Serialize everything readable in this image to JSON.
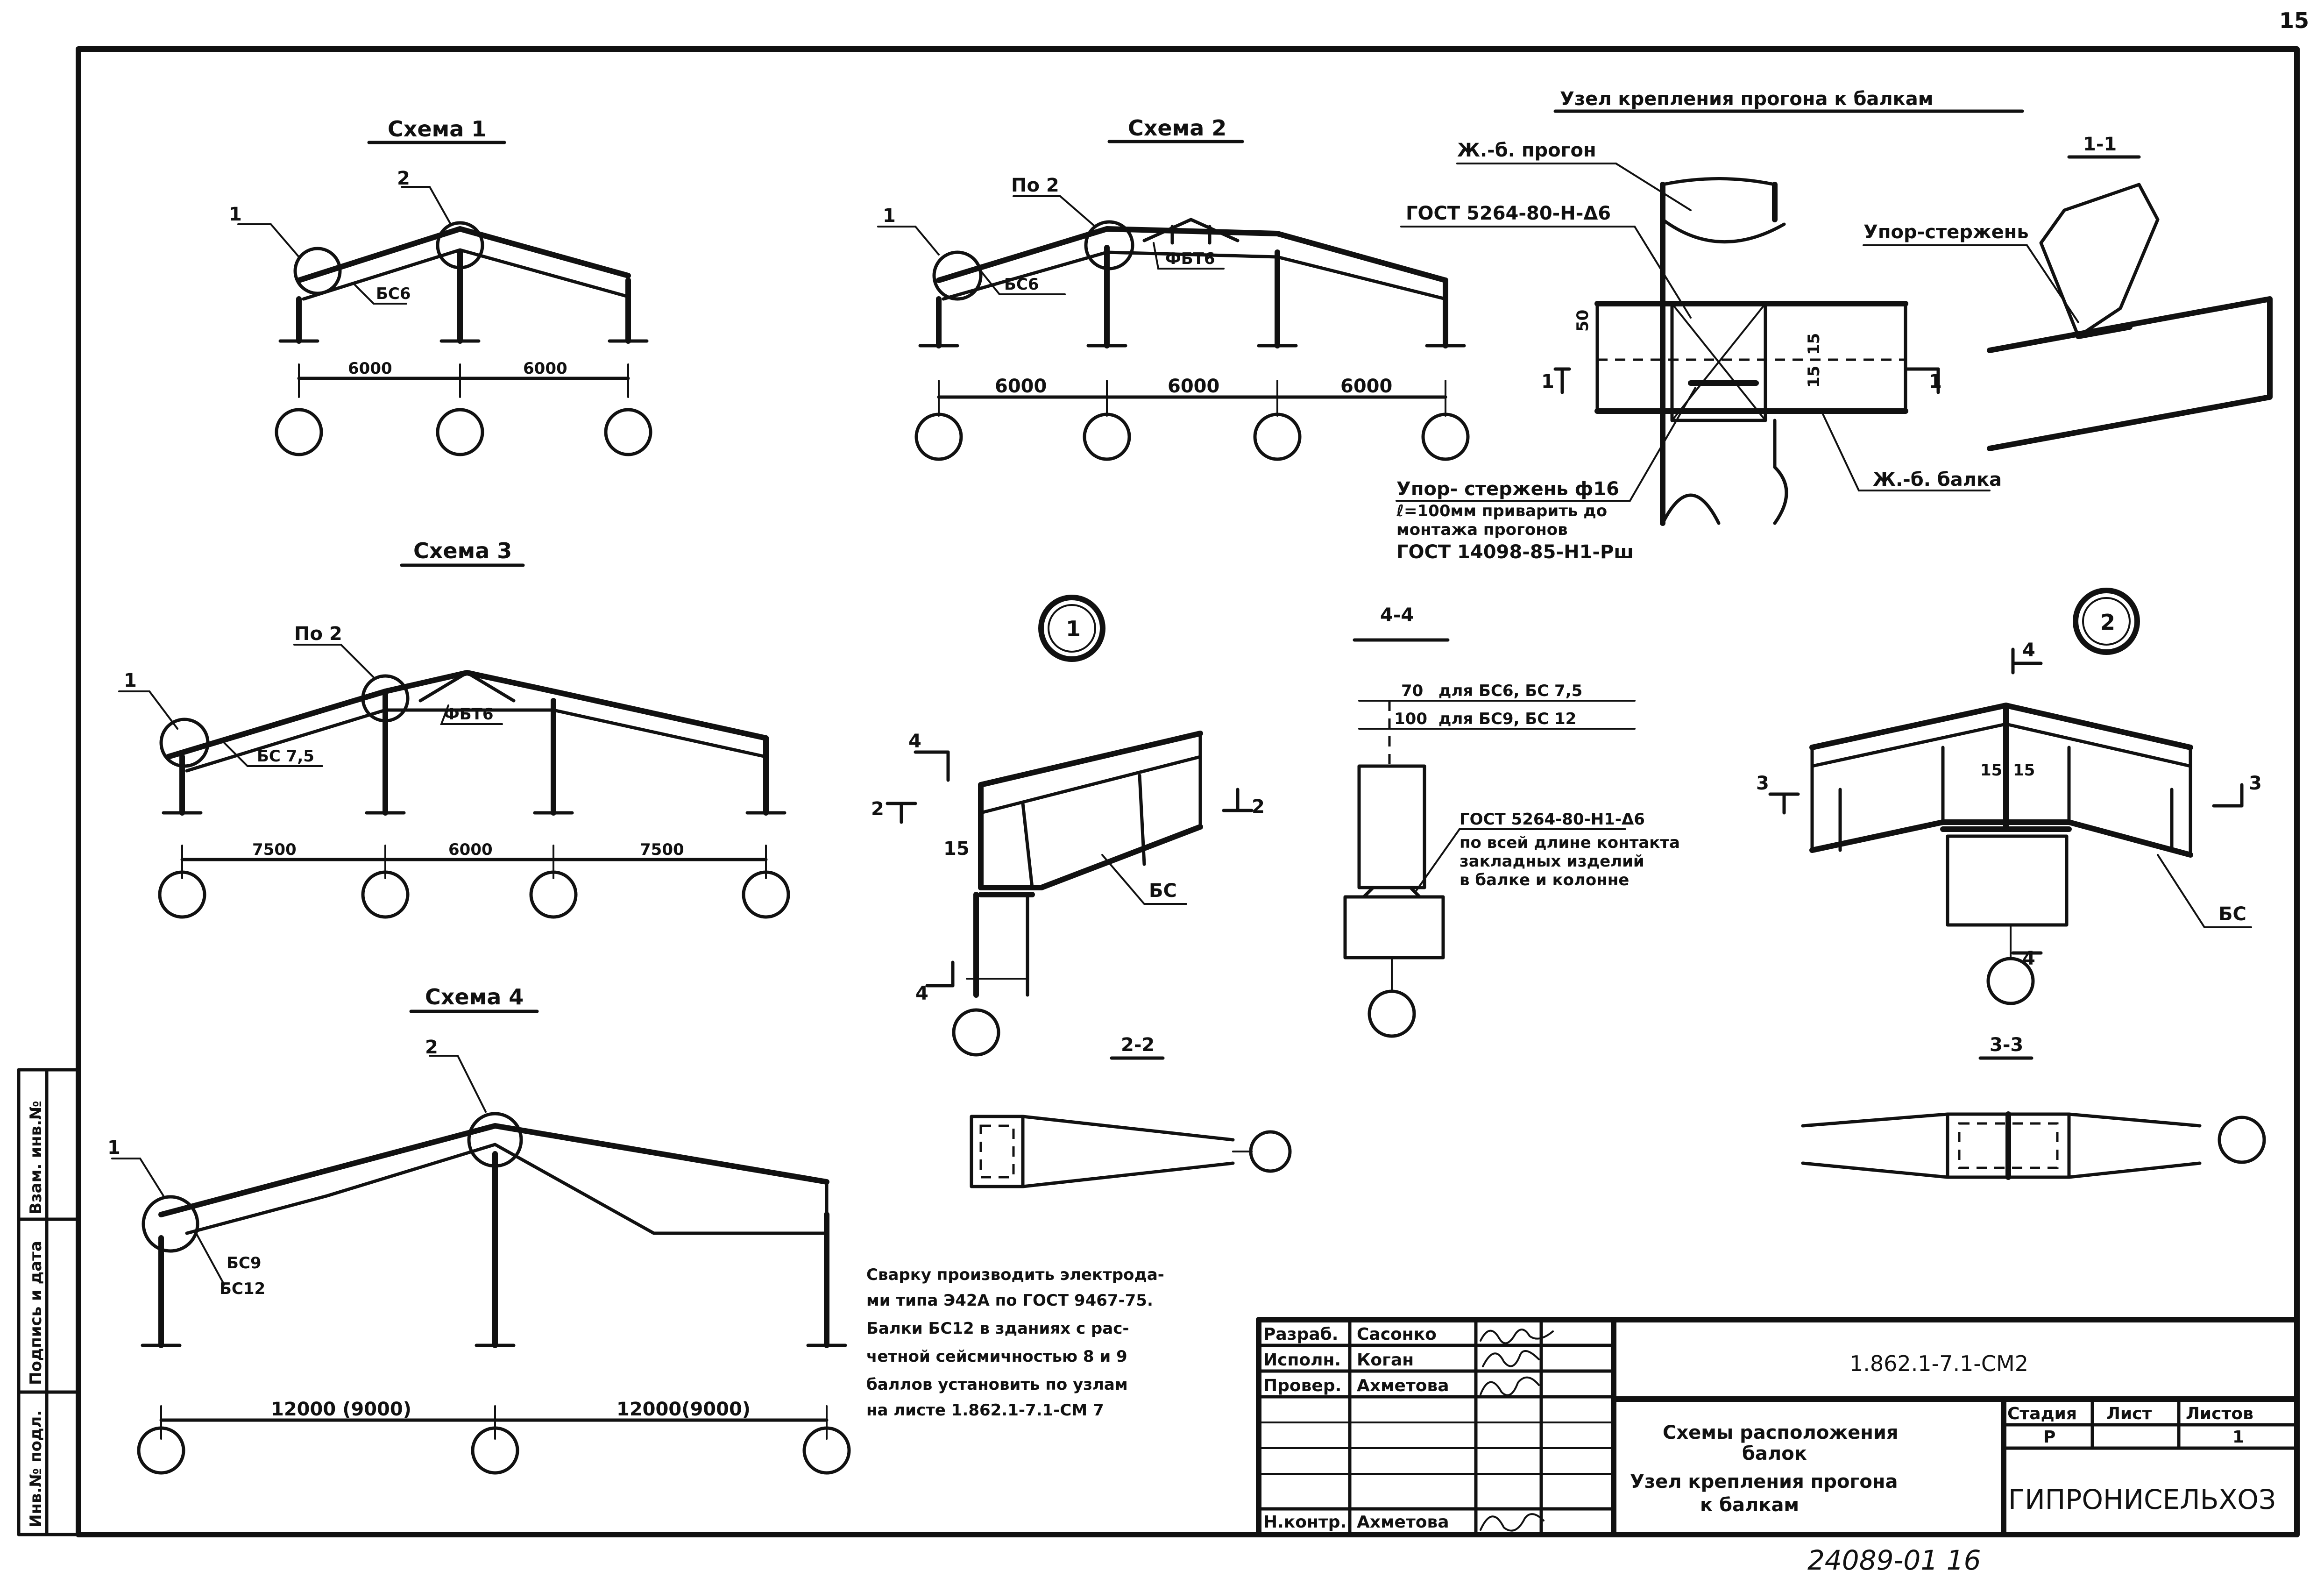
{
  "sheet_number_corner": "15",
  "bottom_number": "24089-01 16",
  "side_strip": {
    "inv": "Взам. инв.№",
    "sign": "Подпись и дата",
    "orig": "Инв.№ подл."
  },
  "schemes": {
    "s1": {
      "title": "Схема 1",
      "n1": "1",
      "n2": "2",
      "beam": "БС6",
      "dims": [
        "6000",
        "6000"
      ]
    },
    "s2": {
      "title": "Схема 2",
      "n1": "1",
      "node_ref": "По 2",
      "beam": "БС6",
      "truss": "ФБТ6",
      "dims": [
        "6000",
        "6000",
        "6000"
      ]
    },
    "s3": {
      "title": "Схема 3",
      "n1": "1",
      "node_ref": "По 2",
      "beam": "БС 7,5",
      "truss": "ФБТ6",
      "dims": [
        "7500",
        "6000",
        "7500"
      ]
    },
    "s4": {
      "title": "Схема 4",
      "n1": "1",
      "n2": "2",
      "beam1": "БС9",
      "beam2": "БС12",
      "dims": [
        "12000 (9000)",
        "12000(9000)"
      ]
    }
  },
  "purlin_node": {
    "title": "Узел крепления прогона к балкам",
    "purlin": "Ж.-б. прогон",
    "weld": "ГОСТ 5264-80-Н-Δ6",
    "dim50": "50",
    "dim15a": "15",
    "dim15b": "15",
    "cut1": "1",
    "beam": "Ж.-б. балка",
    "stop_note": [
      "Упор- стержень ф16",
      "ℓ=100мм приварить до",
      "монтажа прогонов",
      "ГОСТ 14098-85-Н1-Рш"
    ],
    "sec11": "1-1",
    "sec11_stop": "Упор-стержень"
  },
  "node1": {
    "badge": "1",
    "cut4": "4",
    "cut2": "2",
    "dim15": "15",
    "beam": "БС",
    "sec22": "2-2"
  },
  "sec44": {
    "title": "4-4",
    "r1_val": "70",
    "r1_txt": "для БС6, БС 7,5",
    "r2_val": "100",
    "r2_txt": "для БС9, БС 12",
    "weld": "ГОСТ 5264-80-Н1-Δ6",
    "note": [
      "по всей длине контакта",
      "закладных изделий",
      "в балке и колонне"
    ]
  },
  "node2": {
    "badge": "2",
    "cut4": "4",
    "cut3": "3",
    "dim15a": "15",
    "dim15b": "15",
    "beam": "БС",
    "sec33": "3-3"
  },
  "notes": [
    "Сварку производить электрода-",
    "ми типа Э42А по ГОСТ 9467-75.",
    "Балки БС12 в зданиях с рас-",
    "четной сейсмичностью 8 и 9",
    "баллов установить по узлам",
    "на листе  1.862.1-7.1-СМ 7"
  ],
  "title_block": {
    "rows": [
      {
        "role": "Разраб.",
        "name": "Сасонко"
      },
      {
        "role": "Исполн.",
        "name": "Коган"
      },
      {
        "role": "Провер.",
        "name": "Ахметова"
      },
      {
        "role": "Н.контр.",
        "name": "Ахметова"
      }
    ],
    "code": "1.862.1-7.1-СМ2",
    "title": [
      "Схемы расположения",
      "балок",
      "Узел крепления прогона",
      "к балкам"
    ],
    "stage_h": "Стадия",
    "sheet_h": "Лист",
    "sheets_h": "Листов",
    "stage": "Р",
    "sheet": "",
    "sheets": "1",
    "org": "ГИПРОНИСЕЛЬХОЗ"
  }
}
